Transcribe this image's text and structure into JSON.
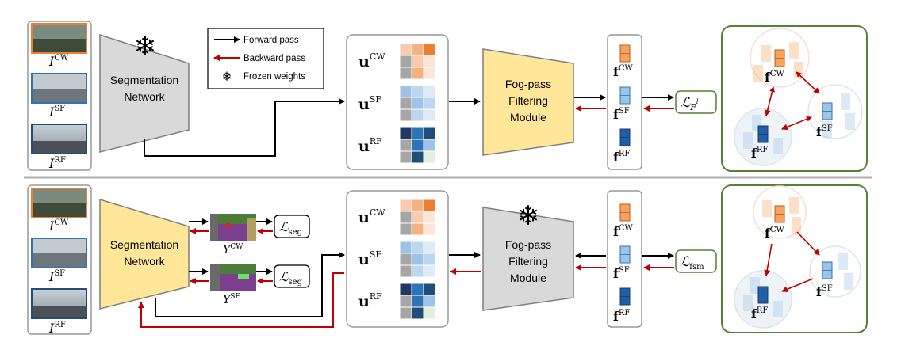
{
  "legend": {
    "forward": "Forward pass",
    "backward": "Backward pass",
    "frozen": "Frozen weights"
  },
  "colors": {
    "forward": "#000000",
    "backward": "#c00000",
    "segnet_frozen": "#d9d9d9",
    "segnet_train": "#ffe699",
    "fogpass_train": "#ffe699",
    "fogpass_frozen": "#d9d9d9",
    "orange": "#f4a460",
    "blue_light": "#9dc3e6",
    "blue_dark": "#1f4e79",
    "panel_green": "#538135"
  },
  "top": {
    "images": {
      "cw": {
        "main": "I",
        "sup": "CW"
      },
      "sf": {
        "main": "I",
        "sup": "SF"
      },
      "rf": {
        "main": "I",
        "sup": "RF"
      }
    },
    "segnet": {
      "line1": "Segmentation",
      "line2": "Network"
    },
    "u": {
      "cw": {
        "main": "u",
        "sup": "CW"
      },
      "sf": {
        "main": "u",
        "sup": "SF"
      },
      "rf": {
        "main": "u",
        "sup": "RF"
      }
    },
    "fogpass": {
      "line1": "Fog-pass",
      "line2": "Filtering",
      "line3": "Module"
    },
    "f": {
      "cw": {
        "main": "f",
        "sup": "CW"
      },
      "sf": {
        "main": "f",
        "sup": "SF"
      },
      "rf": {
        "main": "f",
        "sup": "RF"
      }
    },
    "loss": {
      "main": "ℒ",
      "sub": "F",
      "subsup": "l"
    },
    "cluster": {
      "cw": {
        "main": "f",
        "sup": "CW"
      },
      "sf": {
        "main": "f",
        "sup": "SF"
      },
      "rf": {
        "main": "f",
        "sup": "RF"
      }
    }
  },
  "bottom": {
    "images": {
      "cw": {
        "main": "I",
        "sup": "CW"
      },
      "sf": {
        "main": "I",
        "sup": "SF"
      },
      "rf": {
        "main": "I",
        "sup": "RF"
      }
    },
    "segnet": {
      "line1": "Segmentation",
      "line2": "Network"
    },
    "ycw": {
      "main": "Y",
      "sup": "CW"
    },
    "ysf": {
      "main": "Y",
      "sup": "SF"
    },
    "lseg1": {
      "main": "ℒ",
      "sub": "seg"
    },
    "lseg2": {
      "main": "ℒ",
      "sub": "seg"
    },
    "u": {
      "cw": {
        "main": "u",
        "sup": "CW"
      },
      "sf": {
        "main": "u",
        "sup": "SF"
      },
      "rf": {
        "main": "u",
        "sup": "RF"
      }
    },
    "fogpass": {
      "line1": "Fog-pass",
      "line2": "Filtering",
      "line3": "Module"
    },
    "f": {
      "cw": {
        "main": "f",
        "sup": "CW"
      },
      "sf": {
        "main": "f",
        "sup": "SF"
      },
      "rf": {
        "main": "f",
        "sup": "RF"
      }
    },
    "loss": {
      "main": "ℒ",
      "sub": "fsm"
    },
    "cluster": {
      "cw": {
        "main": "f",
        "sup": "CW"
      },
      "sf": {
        "main": "f",
        "sup": "SF"
      },
      "rf": {
        "main": "f",
        "sup": "RF"
      }
    }
  }
}
